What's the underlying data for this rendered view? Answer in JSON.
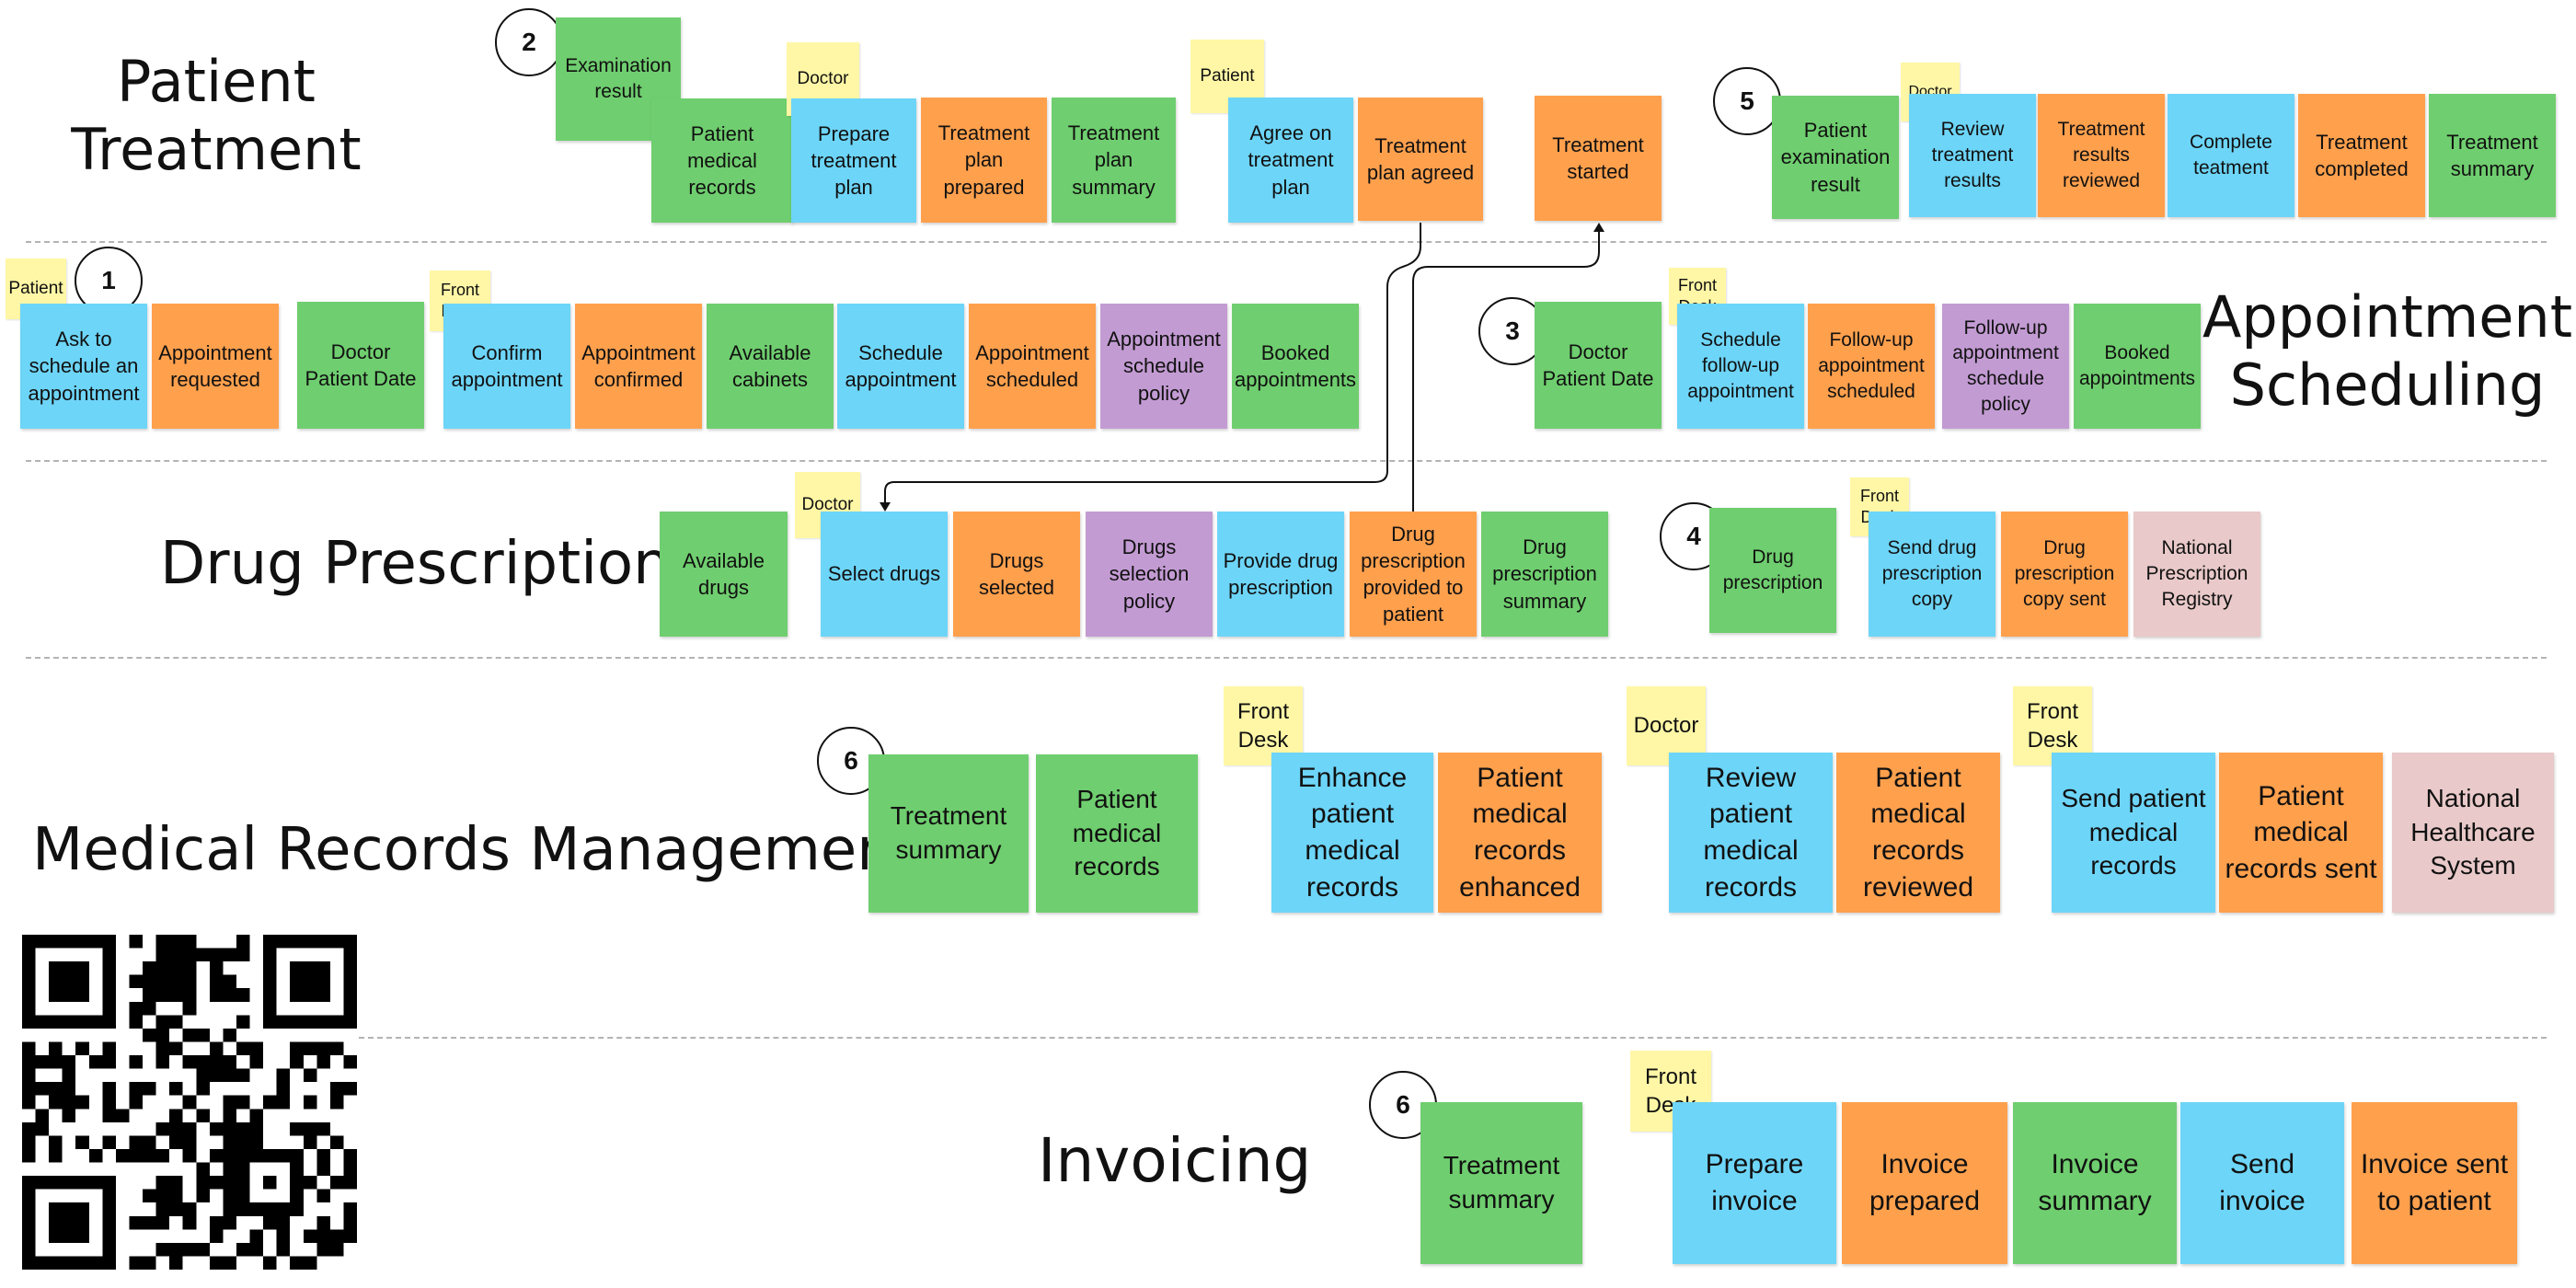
{
  "sections": {
    "patient_treatment": "Patient\nTreatment",
    "appointment_scheduling": "Appointment\nScheduling",
    "drug_prescription": "Drug Prescription",
    "medical_records_management": "Medical Records Management",
    "invoicing": "Invoicing"
  },
  "steps": [
    "1",
    "2",
    "3",
    "4",
    "5",
    "6",
    "6"
  ],
  "actors": {
    "patient": "Patient",
    "doctor": "Doctor",
    "front_desk": "Front\nDesk"
  },
  "patient_treatment": {
    "examination_result": "Examination result",
    "patient_medical_records": "Patient medical records",
    "prepare_treatment_plan": "Prepare treatment plan",
    "treatment_plan_prepared": "Treatment plan prepared",
    "treatment_plan_summary": "Treatment plan summary",
    "agree_on_treatment_plan": "Agree on treatment plan",
    "treatment_plan_agreed": "Treatment plan agreed",
    "treatment_started": "Treatment started",
    "patient_examination_result": "Patient examination result",
    "review_treatment_results": "Review treatment results",
    "treatment_results_reviewed": "Treatment results reviewed",
    "complete_treatment": "Complete teatment",
    "treatment_completed": "Treatment completed",
    "treatment_summary": "Treatment summary"
  },
  "appointment_scheduling": {
    "ask_to_schedule": "Ask to schedule an appointment",
    "appointment_requested": "Appointment requested",
    "doctor_patient_date": "Doctor Patient Date",
    "confirm_appointment": "Confirm appointment",
    "appointment_confirmed": "Appointment confirmed",
    "available_cabinets": "Available cabinets",
    "schedule_appointment": "Schedule appointment",
    "appointment_scheduled": "Appointment scheduled",
    "appointment_schedule_policy": "Appointment schedule policy",
    "booked_appointments": "Booked appointments",
    "doctor_patient_date_2": "Doctor Patient Date",
    "schedule_follow_up": "Schedule follow-up appointment",
    "follow_up_scheduled": "Follow-up appointment scheduled",
    "follow_up_policy": "Follow-up appointment schedule policy",
    "booked_appointments_2": "Booked appointments"
  },
  "drug_prescription": {
    "available_drugs": "Available drugs",
    "select_drugs": "Select drugs",
    "drugs_selected": "Drugs selected",
    "drugs_selection_policy": "Drugs selection policy",
    "provide_drug_prescription": "Provide drug prescription",
    "drug_prescription_provided": "Drug prescription provided to patient",
    "drug_prescription_summary": "Drug prescription summary",
    "drug_prescription": "Drug prescription",
    "send_drug_prescription_copy": "Send drug prescription copy",
    "drug_prescription_copy_sent": "Drug prescription copy sent",
    "national_prescription_registry": "National Prescription Registry"
  },
  "medical_records": {
    "treatment_summary": "Treatment summary",
    "patient_medical_records": "Patient medical records",
    "enhance_patient_medical_records": "Enhance patient medical records",
    "patient_medical_records_enhanced": "Patient medical records enhanced",
    "review_patient_medical_records": "Review patient medical records",
    "patient_medical_records_reviewed": "Patient medical records reviewed",
    "send_patient_medical_records": "Send patient medical records",
    "patient_medical_records_sent": "Patient medical records sent",
    "national_healthcare_system": "National Healthcare System"
  },
  "invoicing": {
    "treatment_summary": "Treatment summary",
    "prepare_invoice": "Prepare invoice",
    "invoice_prepared": "Invoice prepared",
    "invoice_summary": "Invoice summary",
    "send_invoice": "Send invoice",
    "invoice_sent_to_patient": "Invoice sent to patient"
  },
  "colors": {
    "command": "#6dd5f8",
    "event": "#ffa04d",
    "read_model": "#6fce6f",
    "policy": "#c39bd3",
    "external_system": "#e9c9c9",
    "actor": "#fff7a6"
  },
  "icons": {
    "qr_code": "qr-code-icon"
  }
}
